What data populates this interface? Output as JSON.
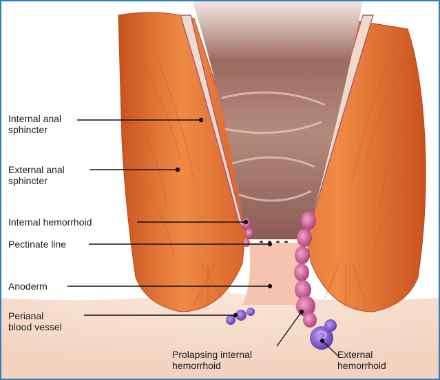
{
  "labels": {
    "internal_sphincter": "Internal anal\nsphincter",
    "external_sphincter": "External anal\nsphincter",
    "internal_hemorrhoid": "Internal hemorrhoid",
    "pectinate_line": "Pectinate line",
    "anoderm": "Anoderm",
    "perianal_vessel": "Perianal\nblood vessel",
    "prolapsing_hemorrhoid": "Prolapsing internal\nhemorrhoid",
    "external_hemorrhoid": "External\nhemorrhoid"
  },
  "colors": {
    "frame": "#2e7fb8",
    "muscle": "#e07a3a",
    "mucosa": "#b78b7a",
    "hemorrhoid": "#c0508a",
    "vessel": "#7a4fc0"
  }
}
